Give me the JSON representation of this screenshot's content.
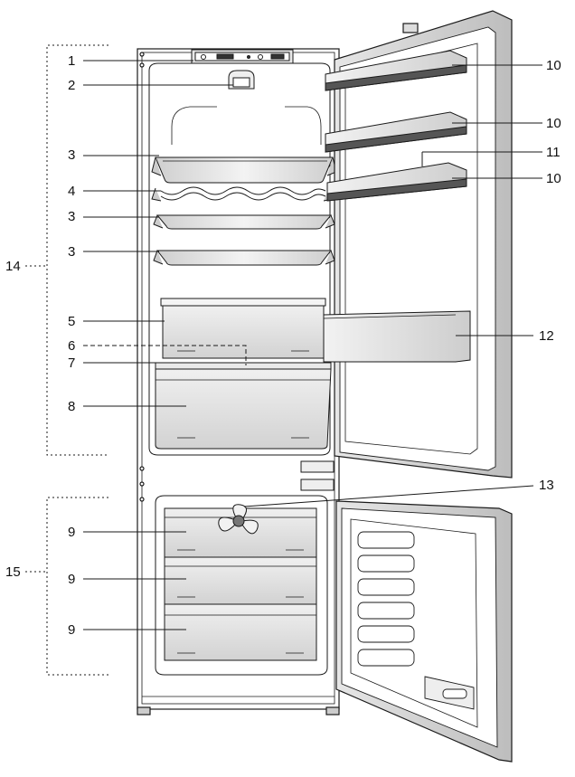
{
  "callouts": {
    "c1": "1",
    "c2": "2",
    "c3a": "3",
    "c4": "4",
    "c3b": "3",
    "c3c": "3",
    "c5": "5",
    "c6": "6",
    "c7": "7",
    "c8": "8",
    "c9a": "9",
    "c9b": "9",
    "c9c": "9",
    "c10a": "10",
    "c10b": "10",
    "c11": "11",
    "c10c": "10",
    "c12": "12",
    "c13": "13",
    "c14": "14",
    "c15": "15"
  },
  "colors": {
    "outline": "#1a1a1a",
    "cabinet_fill": "#ffffff",
    "shelf_glass": "#dcdcdc",
    "drawer_front": "#e2e2e2",
    "door_balcony": "#d6d6d6",
    "door_frame": "#cfcfcf"
  }
}
